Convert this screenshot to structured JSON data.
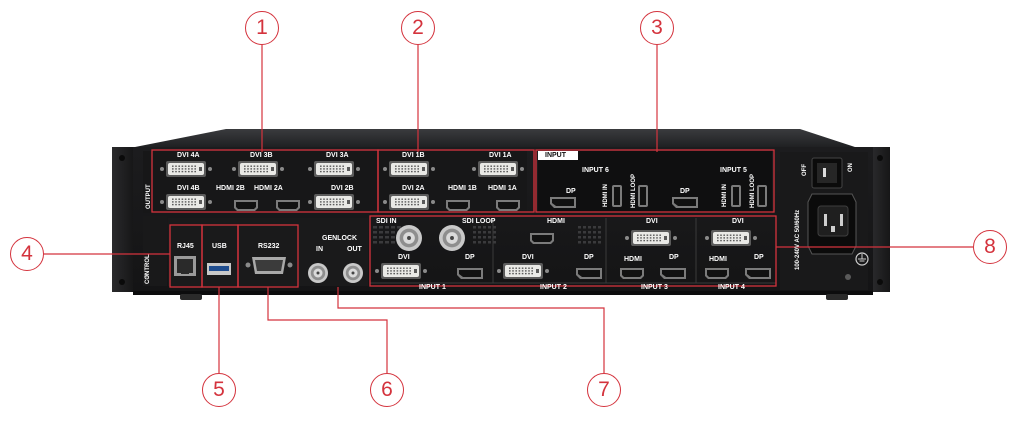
{
  "accent_color": "#d4333d",
  "callouts": [
    {
      "number": "1"
    },
    {
      "number": "2"
    },
    {
      "number": "3"
    },
    {
      "number": "4"
    },
    {
      "number": "5"
    },
    {
      "number": "6"
    },
    {
      "number": "7"
    },
    {
      "number": "8"
    }
  ],
  "device": {
    "output_section": {
      "title": "OUTPUT",
      "ports": {
        "dvi_4a": "DVI 4A",
        "dvi_3b": "DVI 3B",
        "dvi_3a": "DVI 3A",
        "dvi_4b": "DVI 4B",
        "hdmi_2b": "HDMI 2B",
        "hdmi_2a": "HDMI 2A",
        "dvi_2b": "DVI 2B",
        "dvi_1b": "DVI 1B",
        "dvi_1a": "DVI 1A",
        "dvi_2a": "DVI 2A",
        "hdmi_1b": "HDMI 1B",
        "hdmi_1a": "HDMI 1A"
      }
    },
    "input_section": {
      "title": "INPUT",
      "input6": {
        "title": "INPUT 6",
        "dp": "DP",
        "hdmi_in": "HDMI IN",
        "hdmi_loop": "HDMI LOOP"
      },
      "input5": {
        "title": "INPUT 5",
        "dp": "DP",
        "hdmi_in": "HDMI IN",
        "hdmi_loop": "HDMI LOOP"
      }
    },
    "control_section": {
      "title": "CONTROL",
      "rj45": "RJ45",
      "usb": "USB",
      "rs232": "RS232",
      "genlock": "GENLOCK",
      "genlock_in": "IN",
      "genlock_out": "OUT"
    },
    "inputs_row": {
      "input1": {
        "sdi_in": "SDI IN",
        "sdi_loop": "SDI LOOP",
        "dvi": "DVI",
        "dp": "DP",
        "footer": "INPUT 1"
      },
      "input2": {
        "hdmi": "HDMI",
        "dvi": "DVI",
        "dp": "DP",
        "footer": "INPUT 2"
      },
      "input3": {
        "dvi": "DVI",
        "hdmi": "HDMI",
        "dp": "DP",
        "footer": "INPUT 3"
      },
      "input4": {
        "dvi": "DVI",
        "hdmi": "HDMI",
        "dp": "DP",
        "footer": "INPUT 4"
      }
    },
    "power": {
      "off": "OFF",
      "on": "ON",
      "rating": "100-240V AC 50/60Hz"
    }
  }
}
